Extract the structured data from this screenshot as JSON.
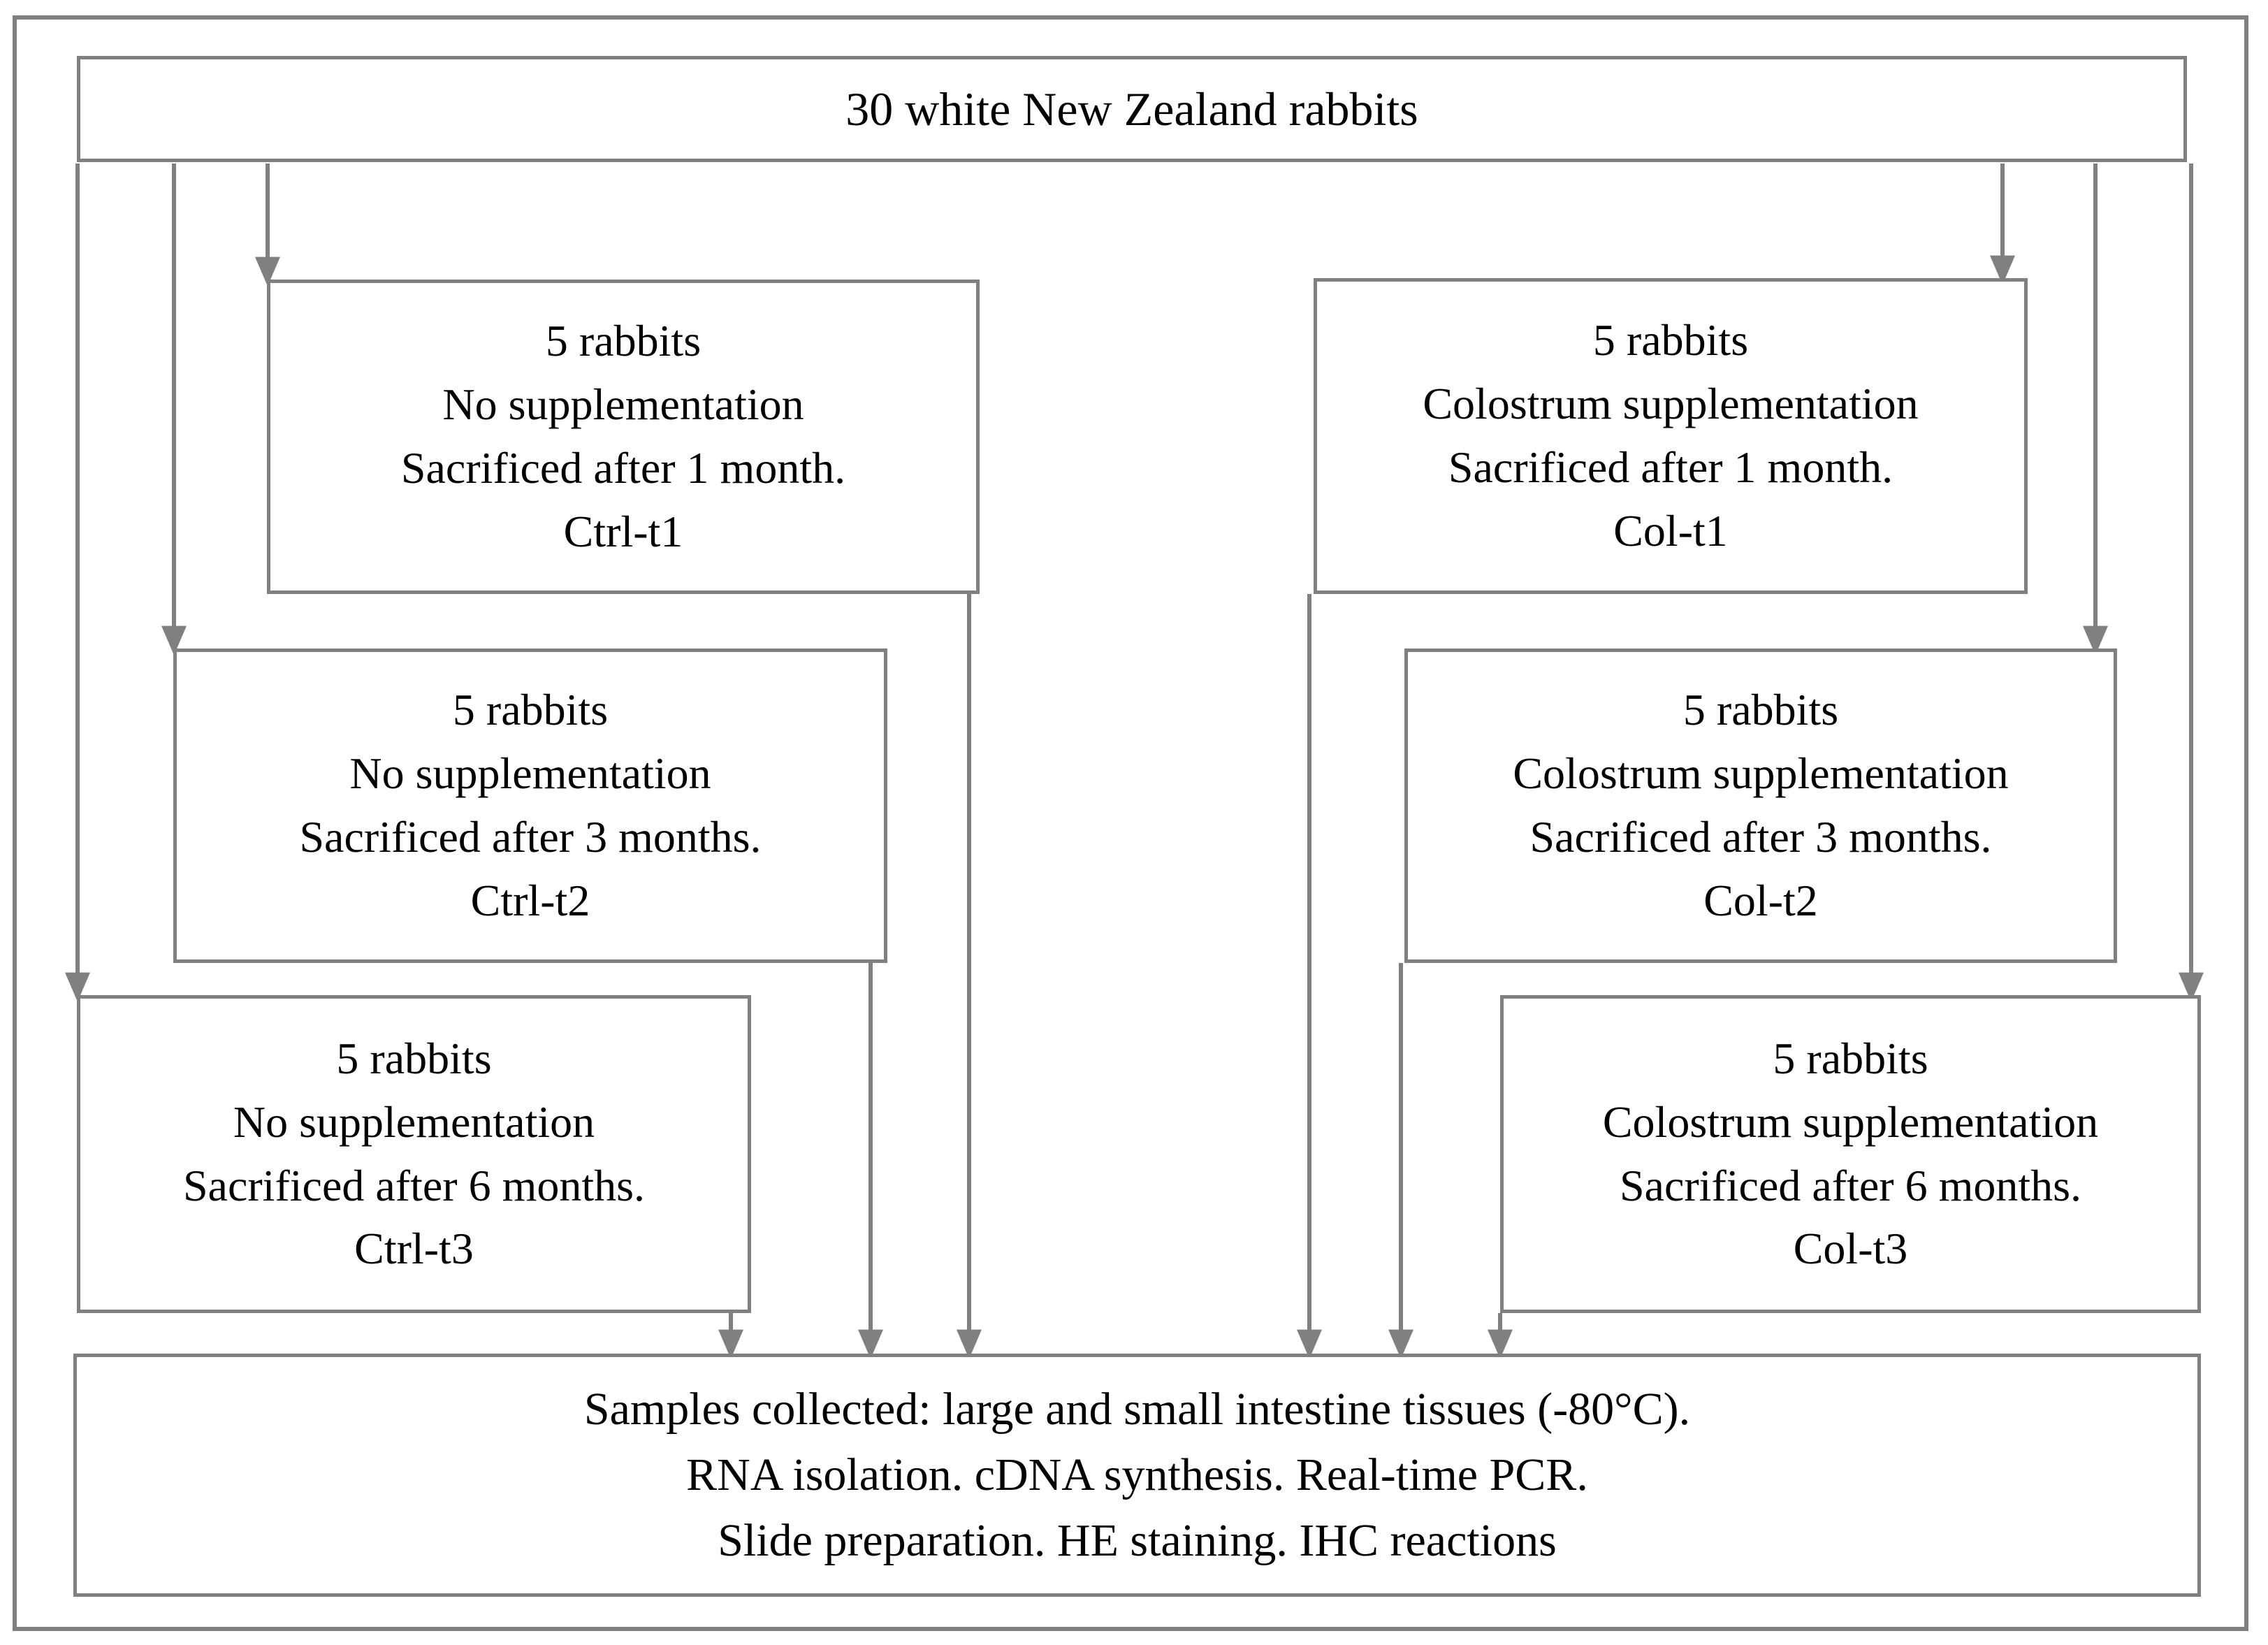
{
  "figure": {
    "kind": "experimental-design-flowchart",
    "border_color": "#808080",
    "text_color": "#000000",
    "background_color": "#ffffff"
  },
  "title_box": {
    "text": "30 white New Zealand rabbits"
  },
  "groups": {
    "control": [
      {
        "id": "ctrl-t1",
        "lines": [
          "5 rabbits",
          "No supplementation",
          "Sacrificed after 1 month.",
          "Ctrl-t1"
        ],
        "count": "5 rabbits",
        "treatment": "No supplementation",
        "timepoint": "Sacrificed after 1 month.",
        "code": "Ctrl-t1"
      },
      {
        "id": "ctrl-t2",
        "lines": [
          "5 rabbits",
          "No supplementation",
          "Sacrificed after 3 months.",
          "Ctrl-t2"
        ],
        "count": "5 rabbits",
        "treatment": "No supplementation",
        "timepoint": "Sacrificed after 3 months.",
        "code": "Ctrl-t2"
      },
      {
        "id": "ctrl-t3",
        "lines": [
          "5 rabbits",
          "No supplementation",
          "Sacrificed after 6 months.",
          "Ctrl-t3"
        ],
        "count": "5 rabbits",
        "treatment": "No supplementation",
        "timepoint": "Sacrificed after 6 months.",
        "code": "Ctrl-t3"
      }
    ],
    "colostrum": [
      {
        "id": "col-t1",
        "lines": [
          "5 rabbits",
          "Colostrum supplementation",
          "Sacrificed after 1 month.",
          "Col-t1"
        ],
        "count": "5 rabbits",
        "treatment": "Colostrum supplementation",
        "timepoint": "Sacrificed after 1 month.",
        "code": "Col-t1"
      },
      {
        "id": "col-t2",
        "lines": [
          "5 rabbits",
          "Colostrum supplementation",
          "Sacrificed after 3 months.",
          "Col-t2"
        ],
        "count": "5 rabbits",
        "treatment": "Colostrum supplementation",
        "timepoint": "Sacrificed after 3 months.",
        "code": "Col-t2"
      },
      {
        "id": "col-t3",
        "lines": [
          "5 rabbits",
          "Colostrum supplementation",
          "Sacrificed after 6 months.",
          "Col-t3"
        ],
        "count": "5 rabbits",
        "treatment": "Colostrum supplementation",
        "timepoint": "Sacrificed after 6 months.",
        "code": "Col-t3"
      }
    ]
  },
  "samples_box": {
    "lines": [
      "Samples collected: large and small intestine tissues (-80°C).",
      "RNA isolation. cDNA synthesis. Real-time PCR.",
      "Slide preparation. HE staining. IHC reactions"
    ],
    "line1": "Samples collected: large and small intestine tissues (-80°C).",
    "line2": "RNA isolation. cDNA synthesis. Real-time PCR.",
    "line3": "Slide preparation. HE staining. IHC reactions"
  }
}
